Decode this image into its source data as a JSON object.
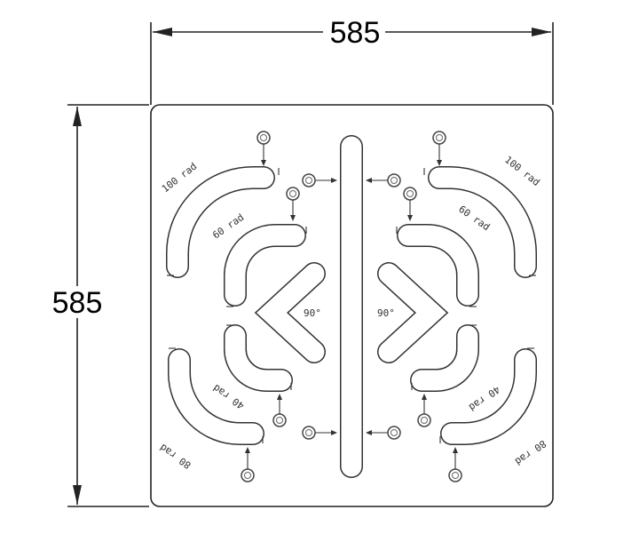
{
  "dimensions": {
    "width_label": "585",
    "height_label": "585"
  },
  "slot_labels": {
    "top_left_outer": "100 rad",
    "top_left_inner": "60 rad",
    "top_right_outer": "100 rad",
    "top_right_inner": "60 rad",
    "bottom_left_outer": "80 rad",
    "bottom_left_inner": "40 rad",
    "bottom_right_outer": "80 rad",
    "bottom_right_inner": "40 rad",
    "chevron_left": "90°",
    "chevron_right": "90°"
  },
  "colors": {
    "ink": "#222222",
    "background": "#ffffff"
  }
}
